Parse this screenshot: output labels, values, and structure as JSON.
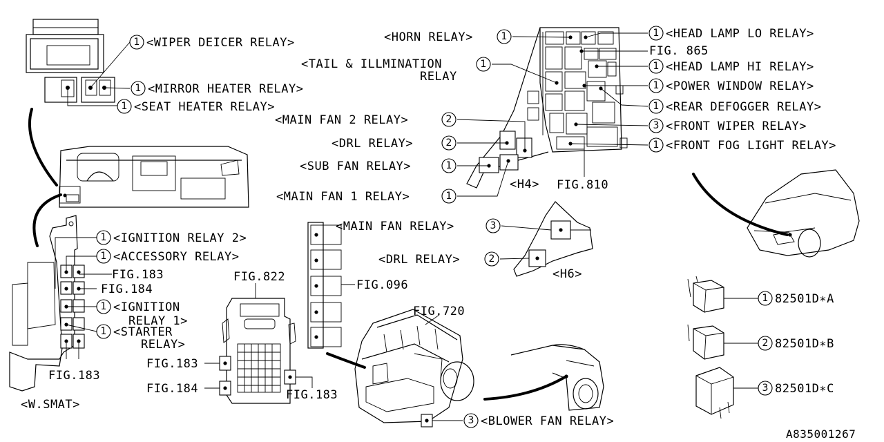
{
  "labels": {
    "wiper_deicer": "<WIPER DEICER RELAY>",
    "mirror_heater": "<MIRROR HEATER RELAY>",
    "seat_heater": "<SEAT HEATER RELAY>",
    "ignition2": "<IGNITION RELAY 2>",
    "accessory": "<ACCESSORY RELAY>",
    "fig183_a": "FIG.183",
    "fig184_a": "FIG.184",
    "ignition1_l1": "<IGNITION",
    "ignition1_l2": "RELAY 1>",
    "starter_l1": "<STARTER",
    "starter_l2": "RELAY>",
    "fig183_b": "FIG.183",
    "wsmat": "<W.SMAT>",
    "fig822": "FIG.822",
    "fig183_c": "FIG.183",
    "fig184_c": "FIG.184",
    "fig183_d": "FIG.183",
    "fig096": "FIG.096",
    "fig720": "FIG.720",
    "blower": "<BLOWER FAN RELAY>",
    "main_fan": "<MAIN FAN RELAY>",
    "drl_h6": "<DRL RELAY>",
    "h6": "<H6>",
    "horn": "<HORN RELAY>",
    "tail_l1": "<TAIL & ILLMINATION",
    "tail_l2": "RELAY",
    "main_fan2": "<MAIN FAN 2 RELAY>",
    "drl_h4": "<DRL RELAY>",
    "sub_fan": "<SUB FAN RELAY>",
    "main_fan1": "<MAIN FAN 1 RELAY>",
    "h4": "<H4>",
    "fig810": "FIG.810",
    "head_lo": "<HEAD LAMP LO RELAY>",
    "fig865": "FIG. 865",
    "head_hi": "<HEAD LAMP HI RELAY>",
    "power_window": "<POWER WINDOW RELAY>",
    "rear_defogger": "<REAR DEFOGGER RELAY>",
    "front_wiper": "<FRONT WIPER RELAY>",
    "front_fog": "<FRONT FOG LIGHT RELAY>",
    "part_a": "82501D∗A",
    "part_b": "82501D∗B",
    "part_c": "82501D∗C",
    "diagram_id": "A835001267"
  },
  "callouts": {
    "one": "1",
    "two": "2",
    "three": "3"
  }
}
